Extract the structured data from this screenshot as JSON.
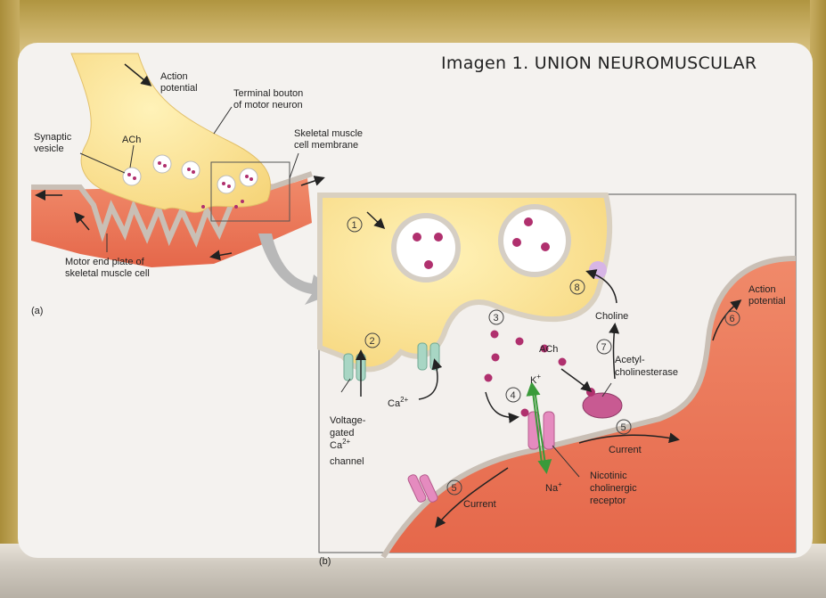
{
  "title": "Imagen 1. UNION NEUROMUSCULAR",
  "panel_a": {
    "label": "(a)",
    "action_potential": [
      "Action",
      "potential"
    ],
    "terminal_bouton": [
      "Terminal bouton",
      "of motor neuron"
    ],
    "synaptic_vesicle": [
      "Synaptic",
      "vesicle"
    ],
    "ach": "ACh",
    "skeletal_membrane": [
      "Skeletal muscle",
      "cell membrane"
    ],
    "motor_end_plate": [
      "Motor end plate of",
      "skeletal muscle cell"
    ]
  },
  "panel_b": {
    "label": "(b)",
    "steps": [
      "1",
      "2",
      "3",
      "4",
      "5",
      "5",
      "6",
      "7",
      "8"
    ],
    "ca": "Ca",
    "ca_sup": "2+",
    "voltage_channel": [
      "Voltage-",
      "gated",
      "Ca",
      "channel"
    ],
    "ach": "ACh",
    "k": "K",
    "na": "Na",
    "plus": "+",
    "acetylcholinesterase": [
      "Acetyl-",
      "cholinesterase"
    ],
    "choline": "Choline",
    "action_potential": [
      "Action",
      "potential"
    ],
    "current": "Current",
    "nicotinic": [
      "Nicotinic",
      "cholinergic",
      "receptor"
    ]
  }
}
